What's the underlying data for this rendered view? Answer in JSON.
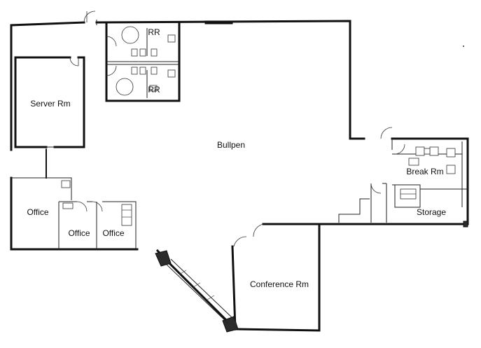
{
  "rooms": [
    {
      "id": "server",
      "label": "Server Rm"
    },
    {
      "id": "rr_top",
      "label": "RR"
    },
    {
      "id": "rr_bottom",
      "label": "RR"
    },
    {
      "id": "bullpen",
      "label": "Bullpen"
    },
    {
      "id": "break",
      "label": "Break Rm"
    },
    {
      "id": "storage",
      "label": "Storage"
    },
    {
      "id": "office_1",
      "label": "Office"
    },
    {
      "id": "office_2",
      "label": "Office"
    },
    {
      "id": "office_3",
      "label": "Office"
    },
    {
      "id": "conference",
      "label": "Conference Rm"
    }
  ]
}
